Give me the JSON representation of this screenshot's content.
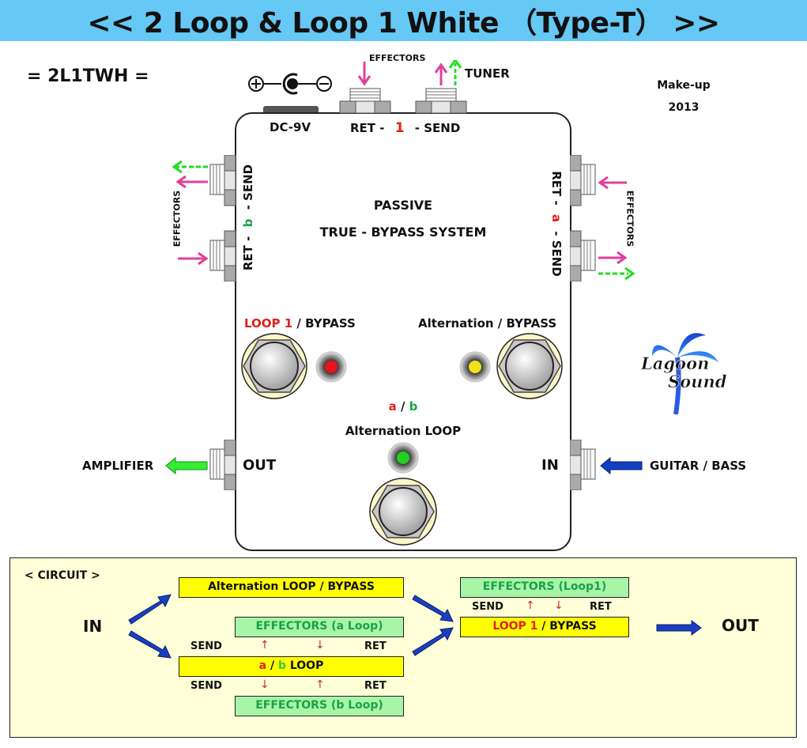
{
  "title": "<< 2 Loop & Loop 1 White （Type-T） >>",
  "model_code": "= 2L1TWH =",
  "makeup": {
    "label": "Make-up",
    "year": "2013"
  },
  "power": {
    "label": "DC-9V",
    "polarity_plus": "⊕",
    "polarity_minus": "⊖"
  },
  "top_jacks": {
    "ret": "RET -",
    "num": "1",
    "send": "- SEND",
    "effectors": "EFFECTORS",
    "tuner": "TUNER"
  },
  "left_jacks": {
    "ret": "RET -",
    "letter": "b",
    "send": "- SEND",
    "effectors": "EFFECTORS"
  },
  "right_jacks": {
    "ret": "RET -",
    "letter": "a",
    "send": "- SEND",
    "effectors": "EFFECTORS"
  },
  "center": {
    "line1": "PASSIVE",
    "line2": "TRUE - BYPASS SYSTEM"
  },
  "switches": {
    "loop1": {
      "red_label": "LOOP 1",
      "rest": "/ BYPASS",
      "led_color": "#e8141c"
    },
    "alternation": {
      "label": "Alternation / BYPASS",
      "led_color": "#f2e21a"
    },
    "alt_loop": {
      "a": "a",
      "slash": "/",
      "b": "b",
      "label": "Alternation LOOP",
      "led_color": "#22d022"
    }
  },
  "io": {
    "out": "OUT",
    "in": "IN",
    "amplifier": "AMPLIFIER",
    "guitar": "GUITAR / BASS"
  },
  "logo": {
    "line1": "Lagoon",
    "line2": "Sound"
  },
  "circuit": {
    "heading": "< CIRCUIT >",
    "in": "IN",
    "out": "OUT",
    "alt_bypass": "Alternation LOOP / BYPASS",
    "eff_a": "EFFECTORS  (a Loop)",
    "ab_a": "a",
    "ab_slash": "/",
    "ab_b": "b",
    "ab_loop": "LOOP",
    "eff_b": "EFFECTORS  (b Loop)",
    "eff_loop1": "EFFECTORS  (Loop1)",
    "loop1_red": "LOOP 1",
    "loop1_rest": "/ BYPASS",
    "send": "SEND",
    "ret": "RET",
    "up": "↑",
    "down": "↓"
  }
}
